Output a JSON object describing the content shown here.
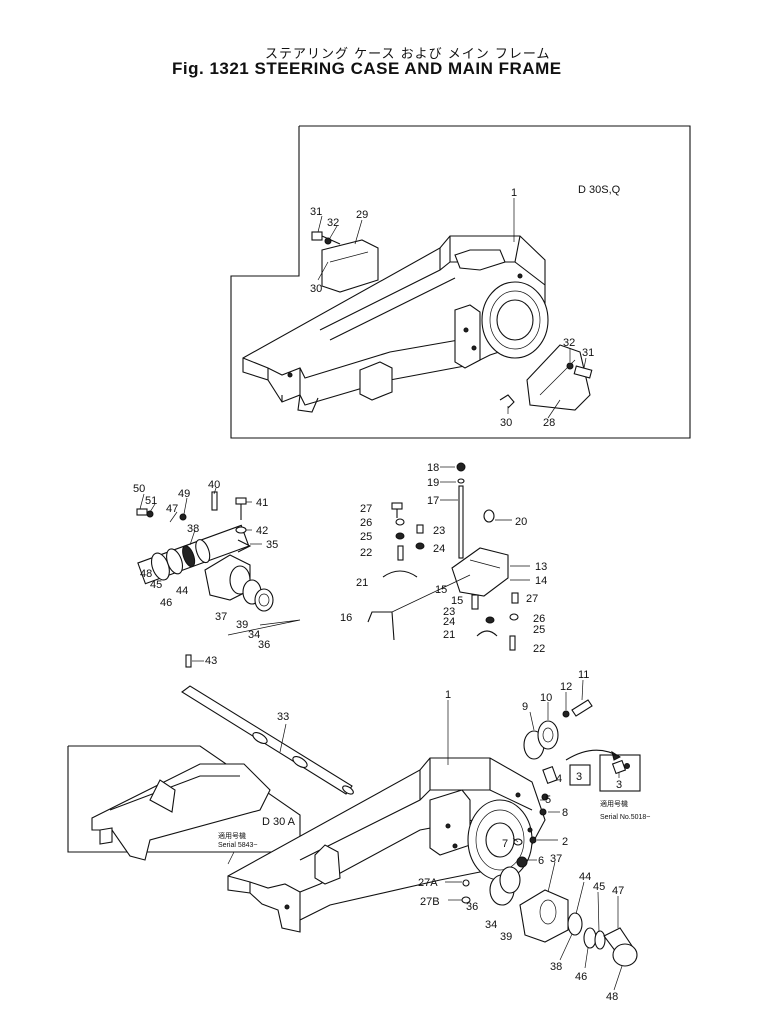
{
  "title": {
    "japanese": "ステアリング ケース および メイン フレーム",
    "english": "Fig. 1321 STEERING CASE AND MAIN FRAME"
  },
  "models": {
    "upper": "D 30S,Q",
    "lower_inset": "D 30 A"
  },
  "notes": {
    "inset_left_serial_jp": "適用号機",
    "inset_left_serial": "Serial 5843~",
    "inset_right_serial_jp": "適用号機",
    "inset_right_serial": "Serial No.5018~",
    "inset_right_part": "3"
  },
  "callouts": {
    "upper": [
      {
        "id": "c31a",
        "text": "31"
      },
      {
        "id": "c32a",
        "text": "32"
      },
      {
        "id": "c29",
        "text": "29"
      },
      {
        "id": "c30a",
        "text": "30"
      },
      {
        "id": "c1a",
        "text": "1"
      },
      {
        "id": "c32b",
        "text": "32"
      },
      {
        "id": "c31b",
        "text": "31"
      },
      {
        "id": "c30b",
        "text": "30"
      },
      {
        "id": "c28",
        "text": "28"
      }
    ],
    "middle_left": [
      {
        "id": "c50",
        "text": "50"
      },
      {
        "id": "c51",
        "text": "51"
      },
      {
        "id": "c49",
        "text": "49"
      },
      {
        "id": "c47",
        "text": "47"
      },
      {
        "id": "c40",
        "text": "40"
      },
      {
        "id": "c41",
        "text": "41"
      },
      {
        "id": "c38",
        "text": "38"
      },
      {
        "id": "c42",
        "text": "42"
      },
      {
        "id": "c35",
        "text": "35"
      },
      {
        "id": "c48",
        "text": "48"
      },
      {
        "id": "c45",
        "text": "45"
      },
      {
        "id": "c46",
        "text": "46"
      },
      {
        "id": "c44",
        "text": "44"
      },
      {
        "id": "c37",
        "text": "37"
      },
      {
        "id": "c39",
        "text": "39"
      },
      {
        "id": "c34",
        "text": "34"
      },
      {
        "id": "c36",
        "text": "36"
      },
      {
        "id": "c43",
        "text": "43"
      },
      {
        "id": "c33",
        "text": "33"
      }
    ],
    "middle_right": [
      {
        "id": "c18",
        "text": "18"
      },
      {
        "id": "c19",
        "text": "19"
      },
      {
        "id": "c17",
        "text": "17"
      },
      {
        "id": "c27a",
        "text": "27"
      },
      {
        "id": "c26a",
        "text": "26"
      },
      {
        "id": "c23a",
        "text": "23"
      },
      {
        "id": "c20",
        "text": "20"
      },
      {
        "id": "c25a",
        "text": "25"
      },
      {
        "id": "c24a",
        "text": "24"
      },
      {
        "id": "c22a",
        "text": "22"
      },
      {
        "id": "c13",
        "text": "13"
      },
      {
        "id": "c21a",
        "text": "21"
      },
      {
        "id": "c15a",
        "text": "15"
      },
      {
        "id": "c14",
        "text": "14"
      },
      {
        "id": "c15b",
        "text": "15"
      },
      {
        "id": "c27b",
        "text": "27"
      },
      {
        "id": "c16",
        "text": "16"
      },
      {
        "id": "c23b",
        "text": "23"
      },
      {
        "id": "c26b",
        "text": "26"
      },
      {
        "id": "c24b",
        "text": "24"
      },
      {
        "id": "c25b",
        "text": "25"
      },
      {
        "id": "c21b",
        "text": "21"
      },
      {
        "id": "c22b",
        "text": "22"
      }
    ],
    "lower": [
      {
        "id": "c1b",
        "text": "1"
      },
      {
        "id": "c11",
        "text": "11"
      },
      {
        "id": "c12",
        "text": "12"
      },
      {
        "id": "c10",
        "text": "10"
      },
      {
        "id": "c9",
        "text": "9"
      },
      {
        "id": "c4",
        "text": "4"
      },
      {
        "id": "c3",
        "text": "3"
      },
      {
        "id": "c5",
        "text": "5"
      },
      {
        "id": "c8a",
        "text": "8"
      },
      {
        "id": "c2",
        "text": "2"
      },
      {
        "id": "c7",
        "text": "7"
      },
      {
        "id": "c6",
        "text": "6"
      },
      {
        "id": "c27A",
        "text": "27A"
      },
      {
        "id": "c27B",
        "text": "27B"
      },
      {
        "id": "c37b",
        "text": "37"
      },
      {
        "id": "c36b",
        "text": "36"
      },
      {
        "id": "c44b",
        "text": "44"
      },
      {
        "id": "c45b",
        "text": "45"
      },
      {
        "id": "c47b",
        "text": "47"
      },
      {
        "id": "c34b",
        "text": "34"
      },
      {
        "id": "c39b",
        "text": "39"
      },
      {
        "id": "c38b",
        "text": "38"
      },
      {
        "id": "c46b",
        "text": "46"
      },
      {
        "id": "c48b",
        "text": "48"
      }
    ]
  }
}
